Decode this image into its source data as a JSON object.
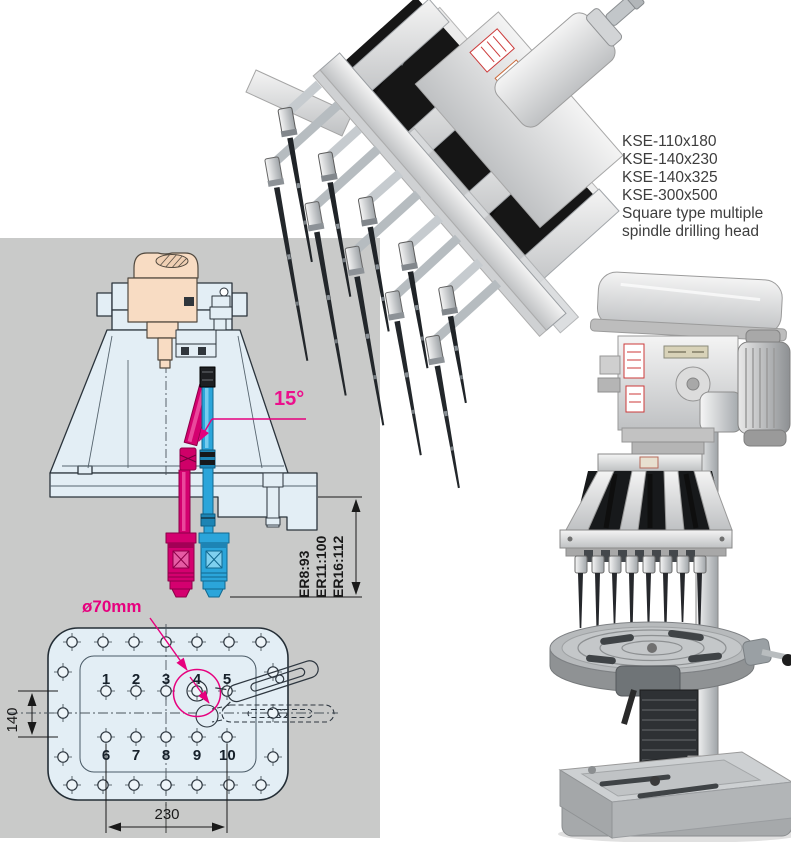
{
  "product": {
    "models": [
      "KSE-110x180",
      "KSE-140x230",
      "KSE-140x325",
      "KSE-300x500"
    ],
    "description": "Square type multiple spindle drilling head"
  },
  "cross_section": {
    "angle_label": "15°",
    "collet_specs": [
      "ER8:93",
      "ER11:100",
      "ER16:112"
    ]
  },
  "plate": {
    "diameter_label": "ø70mm",
    "numbers": [
      "1",
      "2",
      "3",
      "4",
      "5",
      "6",
      "7",
      "8",
      "9",
      "10"
    ],
    "width_dim": "230",
    "height_dim": "140"
  },
  "colors": {
    "panel_gray": "#c9cac9",
    "diagram_fill": "#e3eef5",
    "accent_magenta": "#e6007e",
    "spindle_blue": "#2ba5da",
    "spindle_magenta": "#d4006f",
    "outline": "#2b343c"
  },
  "icons": {
    "photo_top": "multi-spindle-drilling-head-photo",
    "photo_right": "drill-press-machine-photo"
  }
}
